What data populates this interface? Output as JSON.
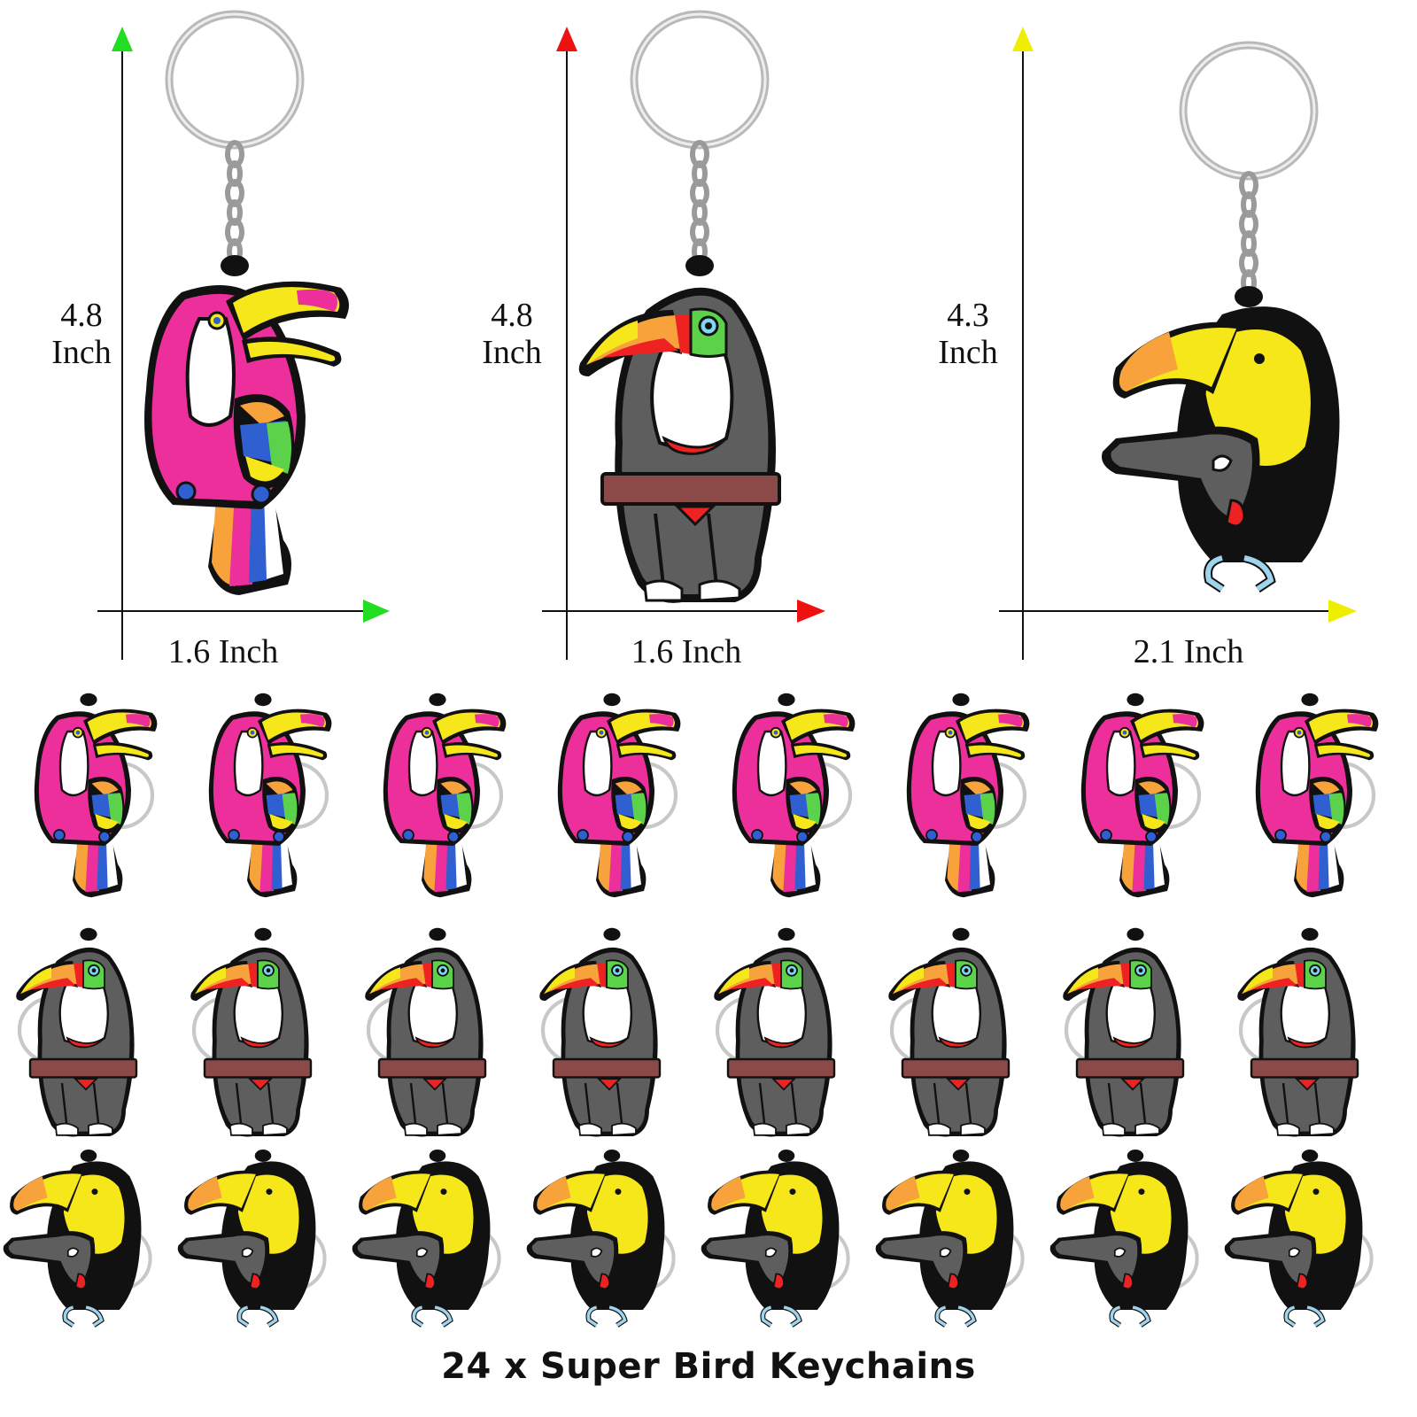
{
  "dimensions": [
    {
      "height_label": [
        "4.8",
        "Inch"
      ],
      "width_label": "1.6 Inch",
      "arrow_color": "#22dd22",
      "bird": "pink-toucan"
    },
    {
      "height_label": [
        "4.8",
        "Inch"
      ],
      "width_label": "1.6 Inch",
      "arrow_color": "#ee1111",
      "bird": "grey-toucan"
    },
    {
      "height_label": [
        "4.3",
        "Inch"
      ],
      "width_label": "2.1 Inch",
      "arrow_color": "#eeee00",
      "bird": "black-toucan"
    }
  ],
  "grid": {
    "rows": [
      "pink-toucan",
      "grey-toucan",
      "black-toucan"
    ],
    "per_row": 8
  },
  "caption": "24 x Super Bird Keychains",
  "colors": {
    "pink": "#ec2f9a",
    "grey": "#5e5e5e",
    "black": "#222222",
    "yellow": "#f6e71a",
    "orange": "#f8a23c",
    "branch": "#8b4a48",
    "feet": "#9fd4ec"
  }
}
